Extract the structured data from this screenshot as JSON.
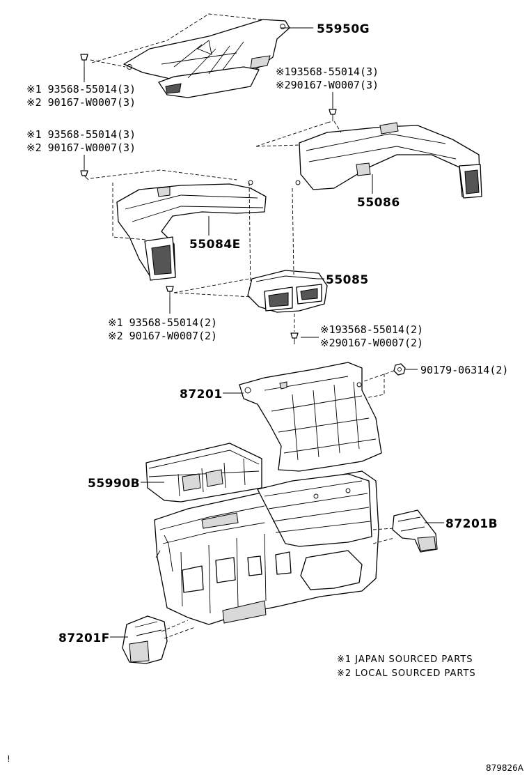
{
  "parts": {
    "p55950G": "55950G",
    "p55086": "55086",
    "p55084E": "55084E",
    "p55085": "55085",
    "p87201": "87201",
    "p55990B": "55990B",
    "p87201B": "87201B",
    "p87201F": "87201F"
  },
  "fasteners": {
    "f1": {
      "j": "※1 93568-55014(3)",
      "l": "※2 90167-W0007(3)"
    },
    "f2": {
      "j": "※193568-55014(3)",
      "l": "※290167-W0007(3)"
    },
    "f3": {
      "j": "※1 93568-55014(3)",
      "l": "※2 90167-W0007(3)"
    },
    "f4": {
      "j": "※1 93568-55014(2)",
      "l": "※2 90167-W0007(2)"
    },
    "f5": {
      "j": "※193568-55014(2)",
      "l": "※290167-W0007(2)"
    },
    "nut": "90179-06314(2)"
  },
  "notes": {
    "n1": "※1 JAPAN SOURCED PARTS",
    "n2": "※2 LOCAL SOURCED PARTS"
  },
  "ref": "879826A",
  "marker": "!"
}
